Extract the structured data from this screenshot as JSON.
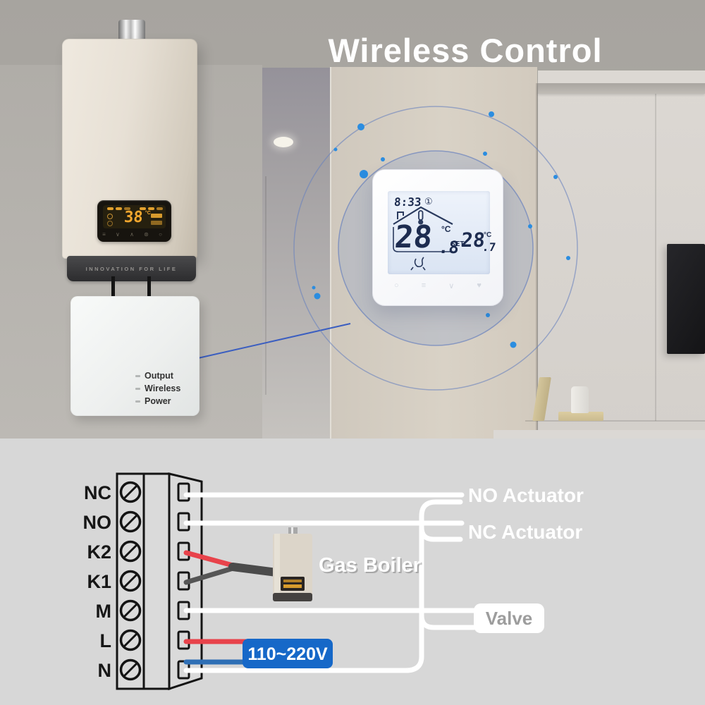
{
  "title": "Wireless Control",
  "colors": {
    "accent_blue": "#1668c8",
    "wire_white": "#ffffff",
    "wire_red": "#e8434b",
    "wire_blue": "#2f6fb5",
    "ring_blue": "#2b8de0",
    "lcd_navy": "#1d2c50",
    "boiler_amber": "#f3a72e"
  },
  "boiler": {
    "display_temp": "38",
    "display_unit": "°C",
    "controls": "≡ ∨ ∧ ⊛ ○",
    "brand_text": "INNOVATION FOR LIFE"
  },
  "receiver": {
    "leds": [
      "Output",
      "Wireless",
      "Power"
    ]
  },
  "thermostat": {
    "time": "8:33",
    "day_indicator": "①",
    "room_temp": "28",
    "room_temp_decimal": ".8",
    "room_unit": "°C",
    "set_label": "SET",
    "set_temp": "28",
    "set_temp_decimal": ".7",
    "set_unit": "°C",
    "buttons": [
      "○",
      "≡",
      "∨",
      "♥"
    ]
  },
  "diagram": {
    "terminals": [
      "NC",
      "NO",
      "K2",
      "K1",
      "M",
      "L",
      "N"
    ],
    "no_actuator_label": "NO Actuator",
    "nc_actuator_label": "NC Actuator",
    "gas_boiler_label": "Gas Boiler",
    "valve_label": "Valve",
    "voltage_label": "110~220V"
  }
}
